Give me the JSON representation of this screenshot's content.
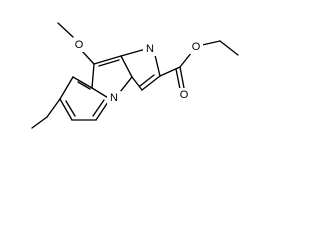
{
  "molecule": {
    "atoms": {
      "methoxy_oxygen": "O",
      "bridgehead_nitrogen": "N",
      "imidazole_nitrogen": "N",
      "carbonyl_oxygen": "O",
      "ester_oxygen": "O"
    }
  }
}
